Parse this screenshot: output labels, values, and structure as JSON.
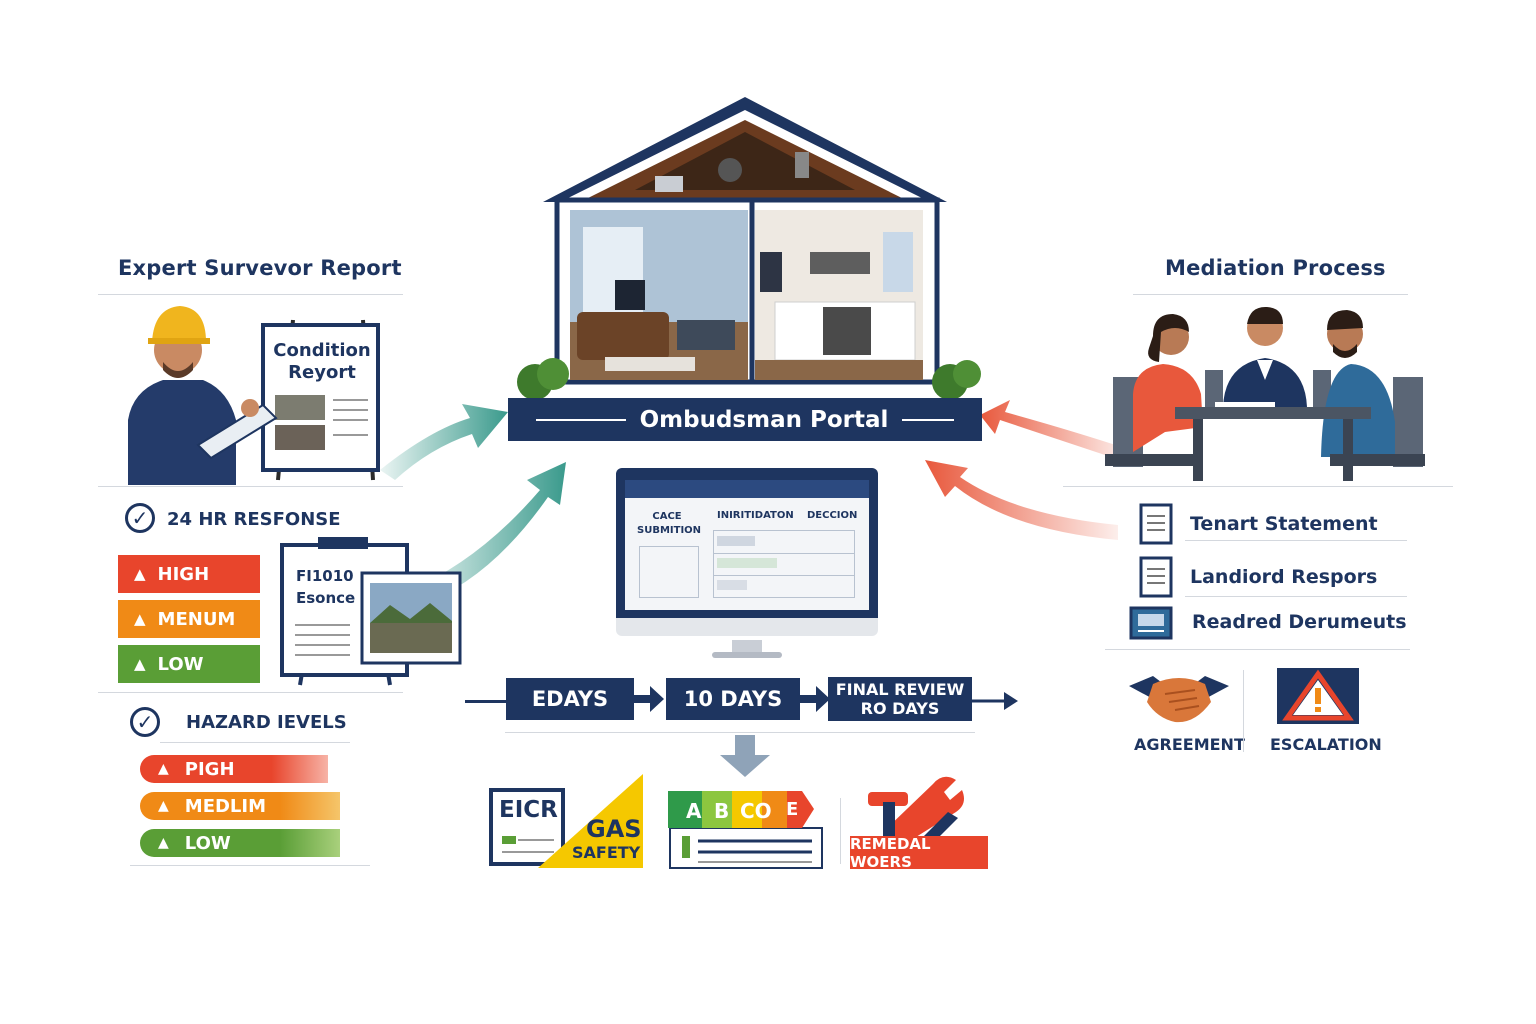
{
  "left": {
    "title": "Expert Survevor Report",
    "board_text": "Condition Reyort",
    "response_label": "24 HR RESFONSE",
    "priority": [
      "HIGH",
      "MENUM",
      "LOW"
    ],
    "evidence_text": "FI1010 Esonce",
    "hazard_title": "HAZARD IEVELS",
    "hazard_levels": [
      "PIGH",
      "MEDLIM",
      "LOW"
    ]
  },
  "center": {
    "portal_label": "Ombudsman Portal",
    "monitor_columns": [
      "CACE SUBMITION",
      "INIRITIDATON",
      "DECCION"
    ],
    "steps": [
      "EDAYS",
      "10 DAYS",
      "FINAL REVIEW",
      "RO DAYS"
    ],
    "cert_eicr": "EICR",
    "cert_gas": "GAS",
    "cert_safety": "SAFETY",
    "epc_letters": [
      "A",
      "B",
      "CO",
      "E"
    ],
    "remedial_label": "REMEDAL WOERS"
  },
  "right": {
    "title": "Mediation Process",
    "documents": [
      "Tenart Statement",
      "Landiord Respors",
      "Readred Derumeuts"
    ],
    "outcomes": [
      "AGREEMENT",
      "ESCALATION"
    ]
  },
  "colors": {
    "navy": "#1e3560",
    "high": "#e8452c",
    "medium": "#f08a16",
    "low": "#5a9e36",
    "teal_arrow": "#3a9a8c",
    "red_arrow": "#e8583c",
    "gas_yellow": "#f5c800"
  },
  "icons": [
    "check-icon",
    "warning-icon",
    "handshake-icon",
    "document-icon",
    "wrench-icon",
    "house-icon",
    "monitor-icon"
  ]
}
